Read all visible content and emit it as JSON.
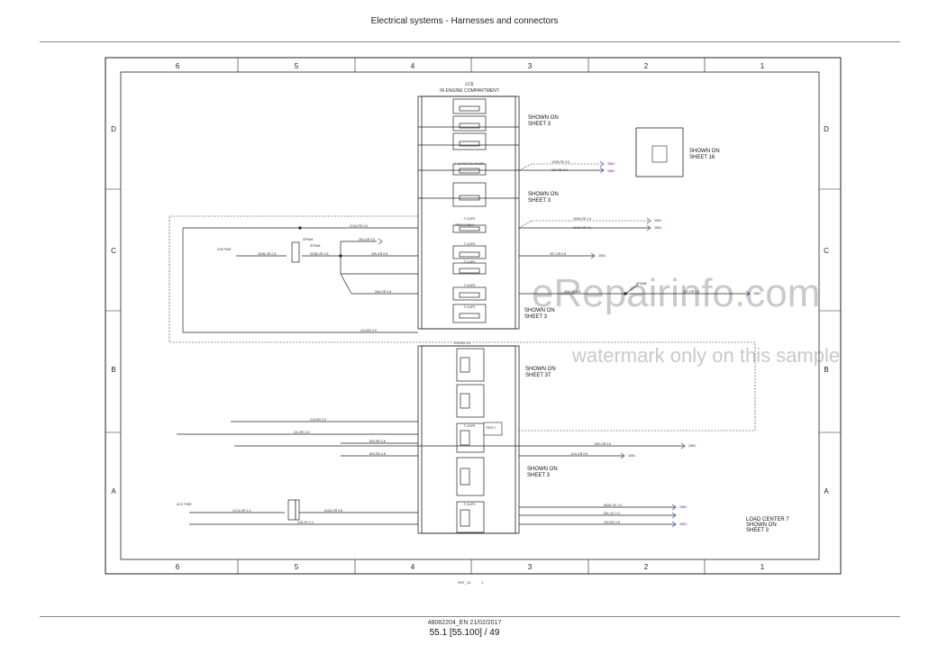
{
  "header": {
    "title": "Electrical systems - Harnesses and connectors"
  },
  "footer": {
    "doc": "48082204_EN 21/02/2017",
    "page": "55.1 [55.100] / 49"
  },
  "watermark": {
    "url": "eRepairinfo.com",
    "note": "watermark only on this sample"
  },
  "grid": {
    "columns": [
      "6",
      "5",
      "4",
      "3",
      "2",
      "1"
    ],
    "rows": [
      "D",
      "C",
      "B",
      "A"
    ]
  },
  "lc6": {
    "title": "LC6",
    "subtitle": "IN ENGINE COMPARTMENT"
  },
  "shown": {
    "sheet3_a": [
      "SHOWN ON",
      "SHEET 3"
    ],
    "sheet3_b": [
      "SHOWN ON",
      "SHEET 3"
    ],
    "sheet3_c": [
      "SHOWN ON",
      "SHEET 3"
    ],
    "sheet3_d": [
      "SHOWN ON",
      "SHEET 3"
    ],
    "sheet16": [
      "SHOWN ON",
      "SHEET 16"
    ],
    "sheet37": [
      "SHOWN ON",
      "SHEET 37"
    ]
  },
  "load_center": [
    "LOAD CENTER 7",
    "SHOWN ON",
    "SHEET 3"
  ],
  "fuses": {
    "f1": "F-CAPS ECU NOISE",
    "f2": "F-CAPS",
    "f3": "F-CAPS",
    "f4": "F-CAPS",
    "f5": "F-CAPS",
    "f6": "F-CAPS",
    "f7": "F-CAPS",
    "f8": "F-CAPS"
  },
  "wires": {
    "w200a": "200B-RD 3.0",
    "w200b": "200-RD 3.0",
    "w203": "203A-RD 1.0",
    "w204": "204A-RD 1.0",
    "w209": "209-RD 0.8",
    "w210": "210-RD 3.0",
    "w211": "211-RD 3.0",
    "w212": "212A-RD 3.0",
    "w214": "214-RD 3.0",
    "w215": "215-RD 3.0",
    "w217": "217A-OR 1.0",
    "w218": "218-YE 1.0",
    "w302": "302B-OR 0.8",
    "w303": "303B-OR 0.8",
    "w304": "304-OR 0.8",
    "w305": "305-OR 0.8",
    "w306": "306-OR 0.8",
    "w307": "307-OR 0.8",
    "w308": "308-OR 0.8",
    "w402": "402-OR 0.8",
    "w600": "600-OR 0.8",
    "w610": "610-OR 0.8",
    "w611": "611B-OR 0.8",
    "w800": "800A-YE 1.0",
    "w801": "801-YE 1.0",
    "w803": "803-RD 0.8",
    "w804": "804-RD 0.8"
  },
  "labels": {
    "ign_pwr": "IGN PWR",
    "acc_pwr": "ACC PWR",
    "splice1": "SPM#4",
    "splice2": "SPM#6",
    "splice3": "SPM#8",
    "tier2": "TIER 2 ONLY",
    "tier2b": "TIER 2",
    "sheet_ref": "SHT_11",
    "sheet_ref_num": "1"
  },
  "tags": {
    "t1": "38B4",
    "t2": "38B4",
    "t3": "38B4",
    "t4": "38B4",
    "t5": "38B4",
    "t6": "38B4",
    "t7": "38B4",
    "t8": "38B4",
    "t9": "38B4",
    "t10": "38B4"
  }
}
